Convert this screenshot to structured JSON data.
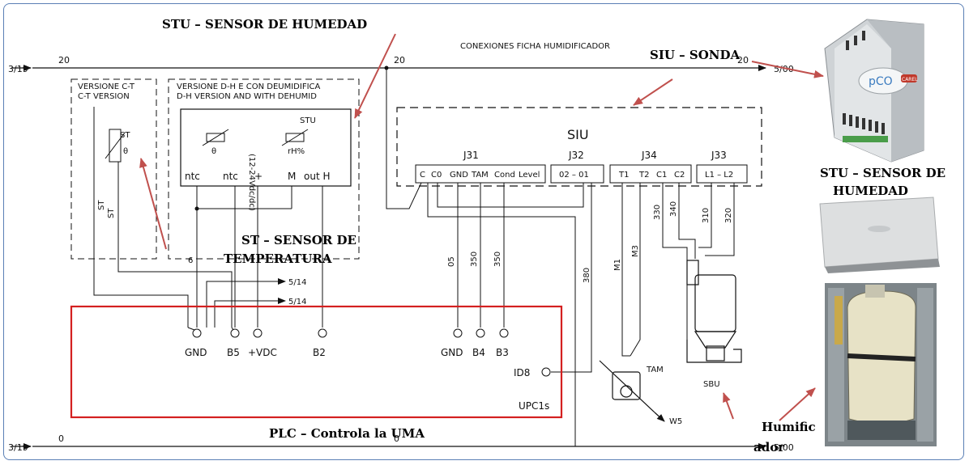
{
  "header": {
    "connections_title": "CONEXIONES FICHA HUMIDIFICADOR",
    "stu_sensor_label": "STU – SENSOR DE  HUMEDAD",
    "siu_probe_label": "SIU – SONDA",
    "st_sensor_line1": "ST – SENSOR DE",
    "st_sensor_line2": "TEMPERATURA",
    "stu_side_line1": "STU – SENSOR DE",
    "stu_side_line2": "HUMEDAD",
    "plc_label": "PLC – Controla la UMA",
    "humidifier_line1": "Humific",
    "humidifier_line2": "ador"
  },
  "references": {
    "top_left": "3/19",
    "top_right": "5/00",
    "bottom_left": "3/19",
    "bottom_right": "5/00",
    "mid_1": "5/14",
    "mid_2": "5/14"
  },
  "wire_numbers": {
    "top_left": "20",
    "top_mid": "20",
    "top_right": "20",
    "bottom_left": "0",
    "bottom_mid": "0",
    "w6": "6",
    "w05": "05",
    "w350a": "350",
    "w350b": "350",
    "w380": "380",
    "m1": "M1",
    "m3": "M3",
    "w330": "330",
    "w340": "340",
    "w310": "310",
    "w320": "320",
    "st_a": "ST",
    "st_b": "ST"
  },
  "boxes": {
    "ct_line1": "VERSIONE C-T",
    "ct_line2": "C-T VERSION",
    "st_tag": "ST",
    "theta": "θ",
    "dh_line1": "VERSIONE D-H E CON DEUMIDIFICA",
    "dh_line2": "D-H VERSION AND WITH DEHUMID",
    "stu_tag": "STU",
    "volt_range": "(12-24Vdc/dc)",
    "rh": "rH%",
    "terminals": [
      "ntc",
      "ntc",
      "+",
      "M",
      "out H"
    ],
    "siu_title": "SIU",
    "j31": "J31",
    "j32": "J32",
    "j34": "J34",
    "j33": "J33",
    "j31_terms": [
      "C",
      "C0",
      "GND",
      "TAM",
      "Cond",
      "Level"
    ],
    "j32_terms": "02 – 01",
    "j34_terms": [
      "T1",
      "T2",
      "C1",
      "C2"
    ],
    "j33_terms": "L1 – L2"
  },
  "plc": {
    "terminals_left": [
      "GND",
      "B5",
      "+VDC",
      "B2"
    ],
    "terminals_mid": [
      "GND",
      "B4",
      "B3"
    ],
    "id8": "ID8",
    "model": "UPC1s"
  },
  "components": {
    "tam": "TAM",
    "w5": "W5",
    "sbu": "SBU"
  },
  "photos": {
    "device_brand": "pCO",
    "device_logo": "CAREL"
  },
  "colors": {
    "annotation_arrow": "#c0504d",
    "plc_box": "#d42020",
    "frame": "#5a7fb5"
  }
}
